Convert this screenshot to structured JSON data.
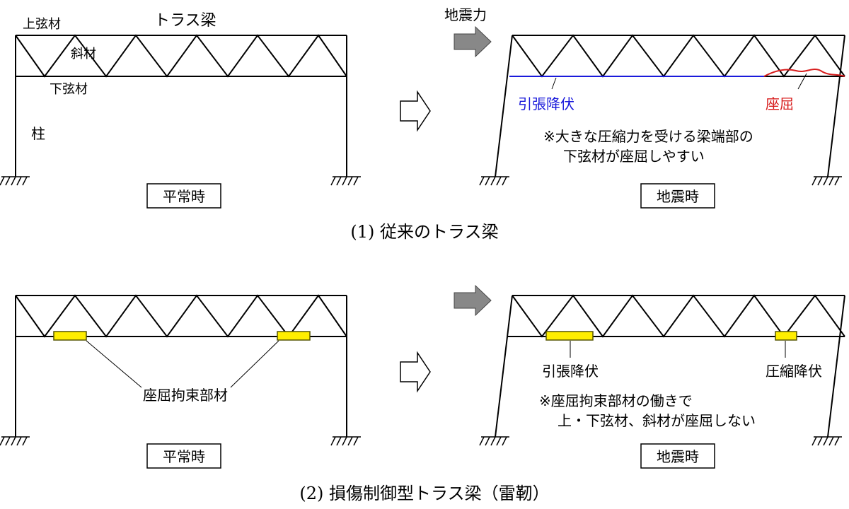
{
  "colors": {
    "frame": "#000000",
    "tension": "#1a1adb",
    "buckle": "#d81e1e",
    "damper_fill": "#ffee00",
    "damper_stroke": "#555500",
    "force_arrow": "#888888"
  },
  "section1": {
    "caption": "(1) 従来のトラス梁",
    "normal": {
      "title_truss": "トラス梁",
      "label_top_chord": "上弦材",
      "label_diagonal": "斜材",
      "label_bottom_chord": "下弦材",
      "label_column": "柱",
      "state_label": "平常時"
    },
    "quake": {
      "force_label": "地震力",
      "label_tension_yield": "引張降伏",
      "label_buckling": "座屈",
      "note_line1": "※大きな圧縮力を受ける梁端部の",
      "note_line2": "下弦材が座屈しやすい",
      "state_label": "地震時"
    }
  },
  "section2": {
    "caption": "(2) 損傷制御型トラス梁（雷靭）",
    "normal": {
      "label_brb": "座屈拘束部材",
      "state_label": "平常時"
    },
    "quake": {
      "label_tension_yield": "引張降伏",
      "label_compression_yield": "圧縮降伏",
      "note_line1": "※座屈拘束部材の働きで",
      "note_line2": "上・下弦材、斜材が座屈しない",
      "state_label": "地震時"
    }
  }
}
